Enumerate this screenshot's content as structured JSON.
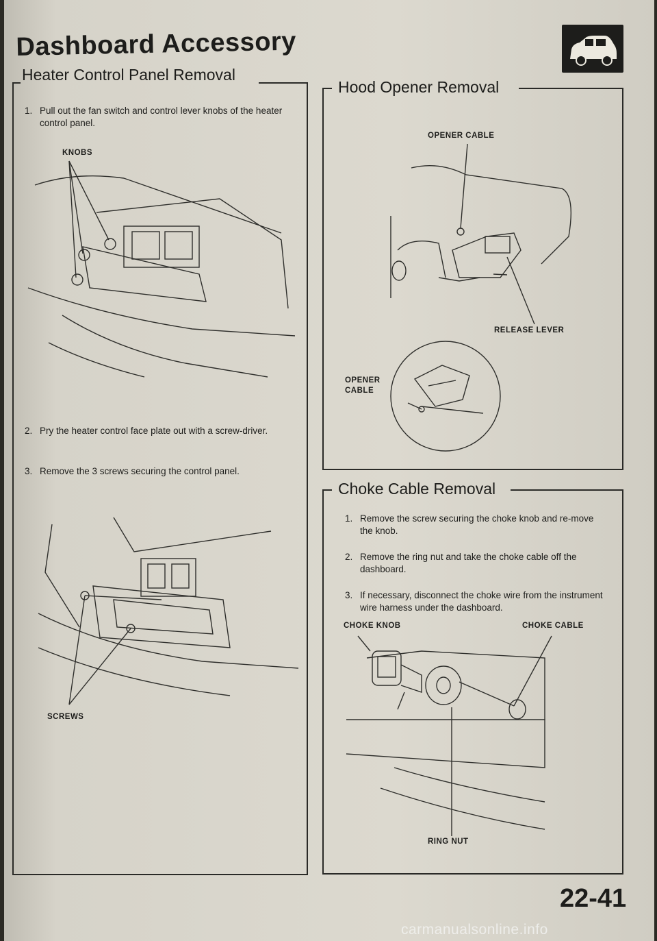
{
  "page": {
    "title": "Dashboard Accessory",
    "page_number": "22-41"
  },
  "heater": {
    "heading": "Heater Control Panel Removal",
    "steps": [
      {
        "num": "1.",
        "text": "Pull out the fan switch and control lever knobs of the heater control panel."
      },
      {
        "num": "2.",
        "text": "Pry the heater control face plate out with a screw-driver."
      },
      {
        "num": "3.",
        "text": "Remove the 3 screws securing the control panel."
      }
    ],
    "callouts": {
      "knobs": "KNOBS",
      "screws": "SCREWS"
    }
  },
  "hood": {
    "heading": "Hood Opener Removal",
    "callouts": {
      "opener_cable_top": "OPENER CABLE",
      "release_lever": "RELEASE LEVER",
      "opener_cable_detail_1": "OPENER",
      "opener_cable_detail_2": "CABLE"
    }
  },
  "choke": {
    "heading": "Choke Cable Removal",
    "steps": [
      {
        "num": "1.",
        "text": "Remove the screw securing the choke knob and re-move the knob."
      },
      {
        "num": "2.",
        "text": "Remove the ring nut and take the choke cable off the dashboard."
      },
      {
        "num": "3.",
        "text": "If necessary, disconnect the choke wire from the instrument wire harness under the dashboard."
      }
    ],
    "callouts": {
      "choke_knob": "CHOKE KNOB",
      "choke_cable": "CHOKE CABLE",
      "ring_nut": "RING NUT"
    }
  },
  "watermark": "carmanualsonline.info",
  "icons": [
    "car-side-icon"
  ],
  "colors": {
    "paper": "#dcd9cf",
    "ink": "#1d1d1b",
    "badge": "#1d1d1b"
  }
}
